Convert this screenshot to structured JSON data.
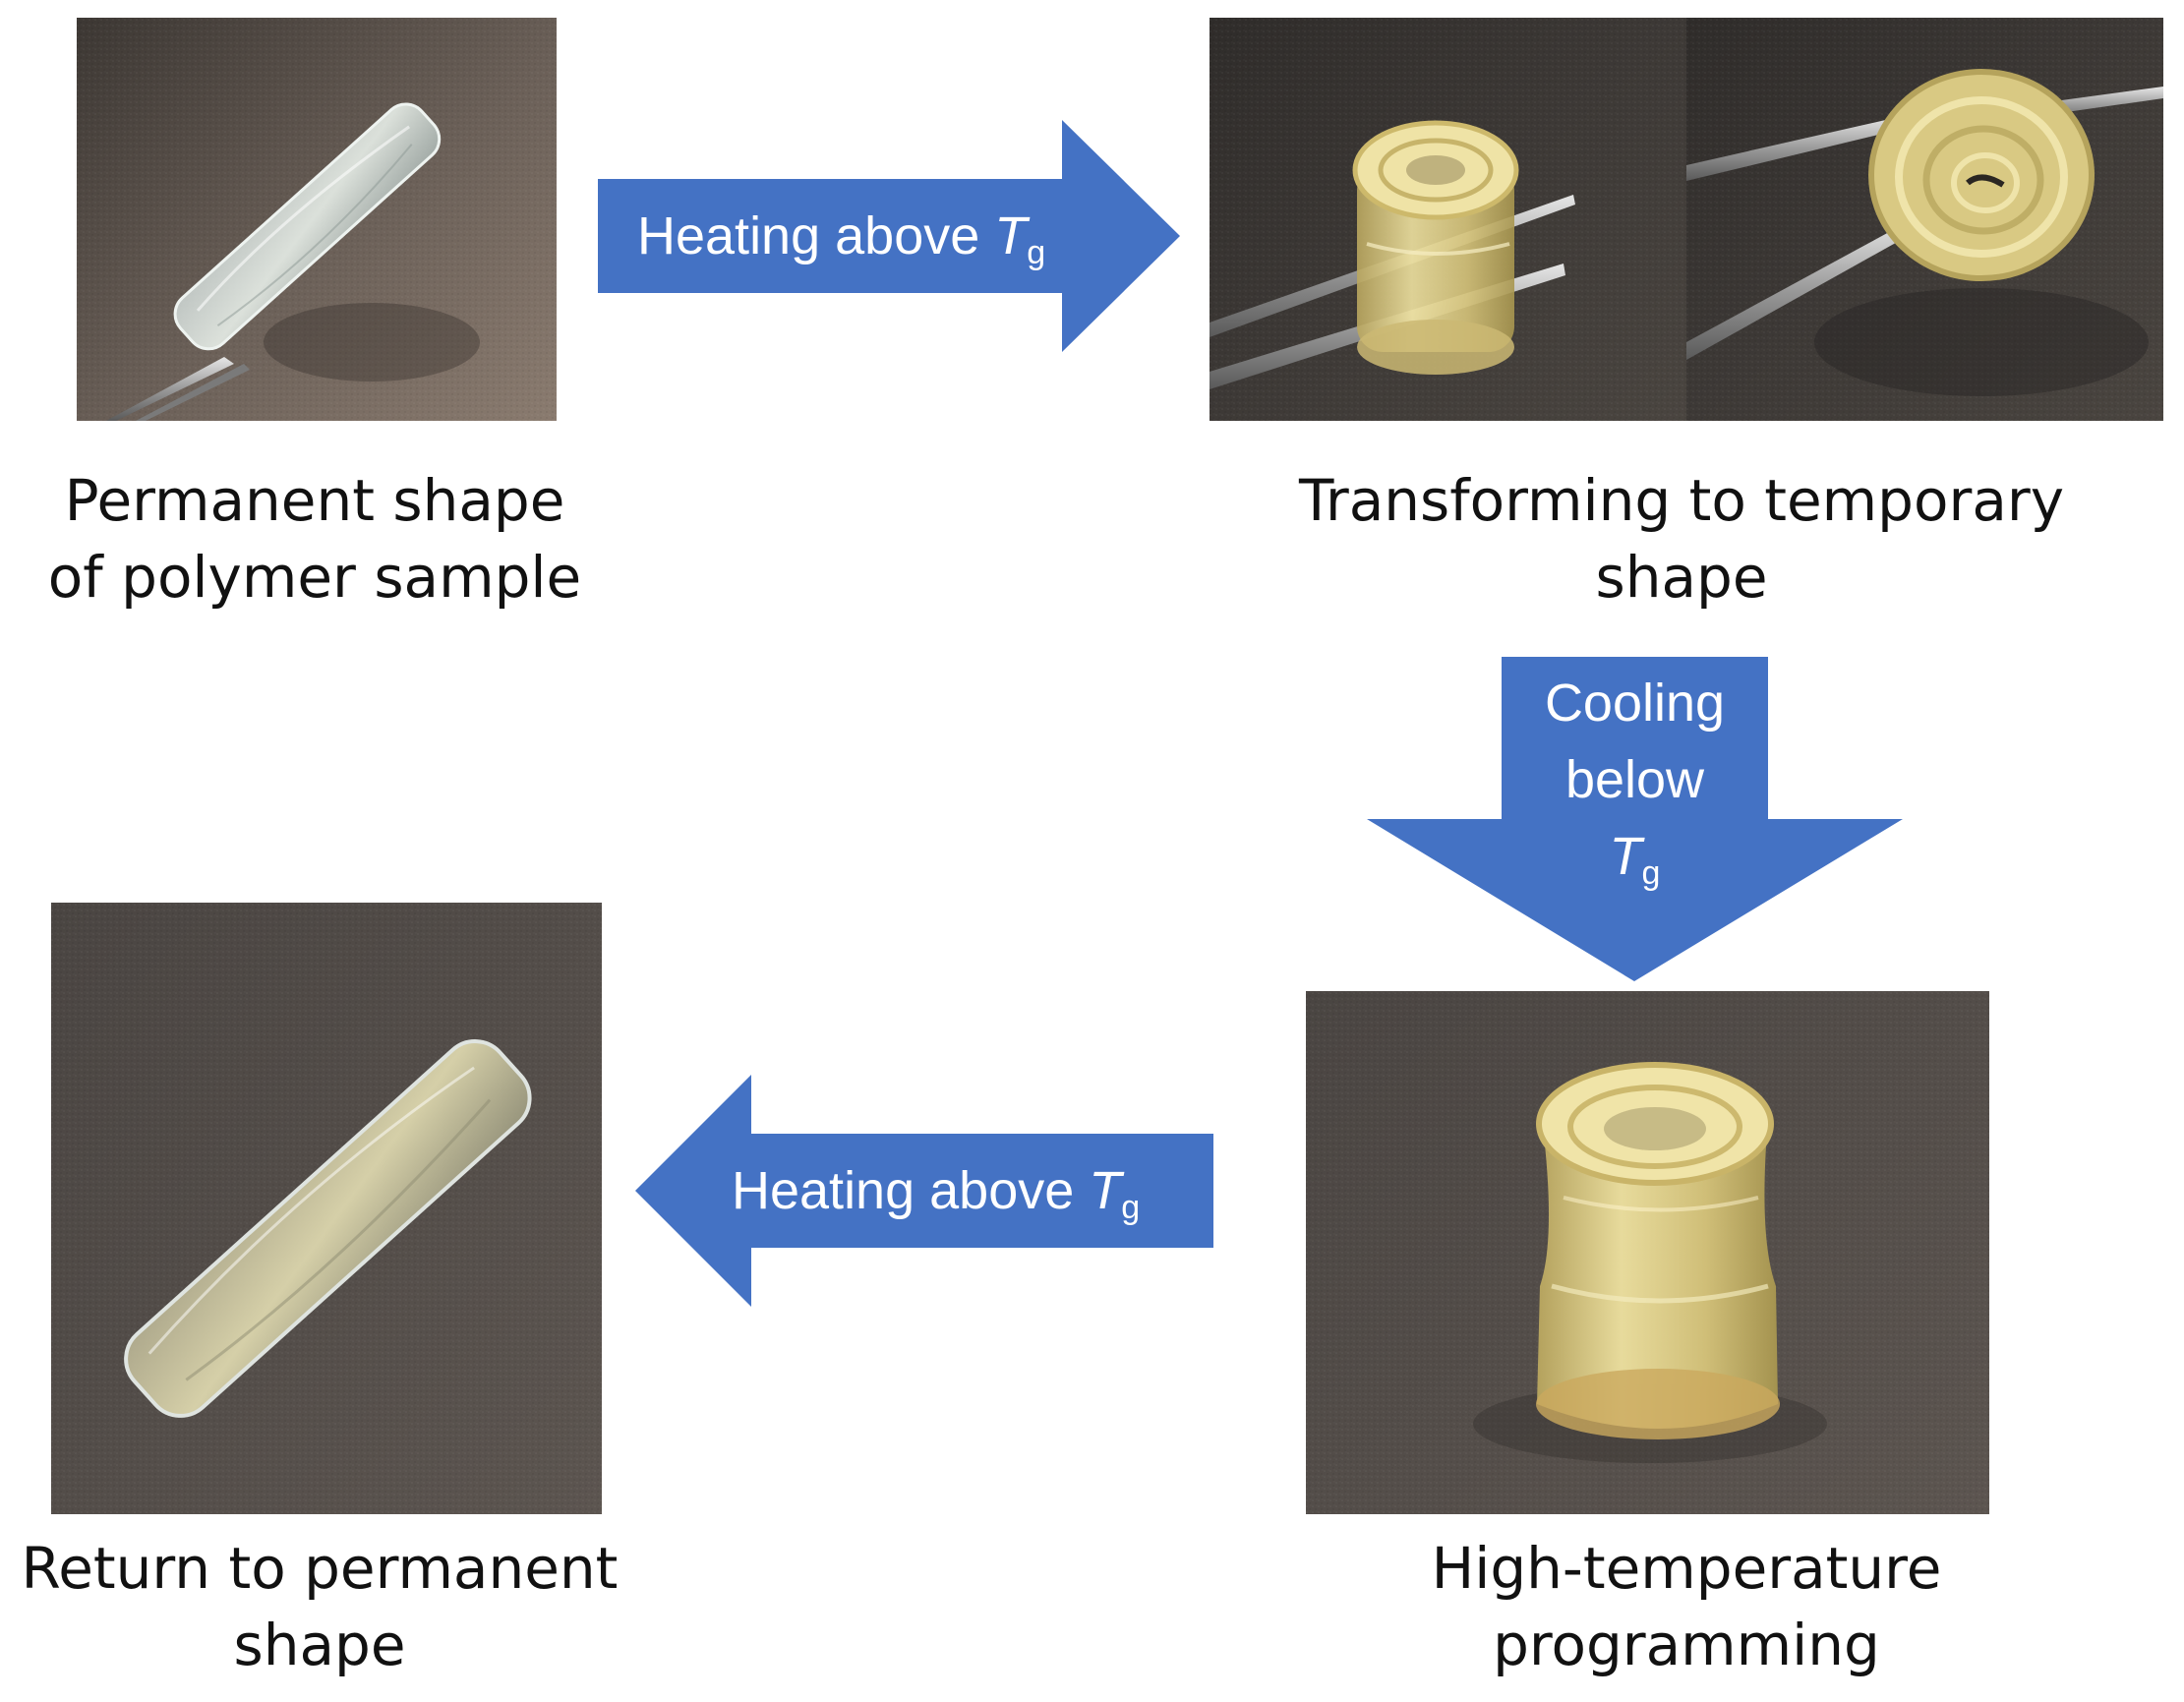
{
  "colors": {
    "arrow_fill": "#4472C4",
    "arrow_text": "#FFFFFF",
    "background": "#FFFFFF",
    "caption_text": "#111111"
  },
  "captions": {
    "permanent_line1": "Permanent shape",
    "permanent_line2": "of polymer sample",
    "transform_line1": "Transforming to temporary",
    "transform_line2": "shape",
    "programming_line1": "High-temperature",
    "programming_line2": "programming",
    "return_line1": "Return to permanent",
    "return_line2": "shape"
  },
  "arrows": {
    "heat_right": {
      "prefix": "Heating above ",
      "symbol": "T",
      "subscript": "g",
      "direction": "right"
    },
    "cool_down": {
      "line1": "Cooling",
      "line2": "below",
      "symbol": "T",
      "subscript": "g",
      "direction": "down"
    },
    "heat_left": {
      "prefix": "Heating above ",
      "symbol": "T",
      "subscript": "g",
      "direction": "left"
    }
  }
}
